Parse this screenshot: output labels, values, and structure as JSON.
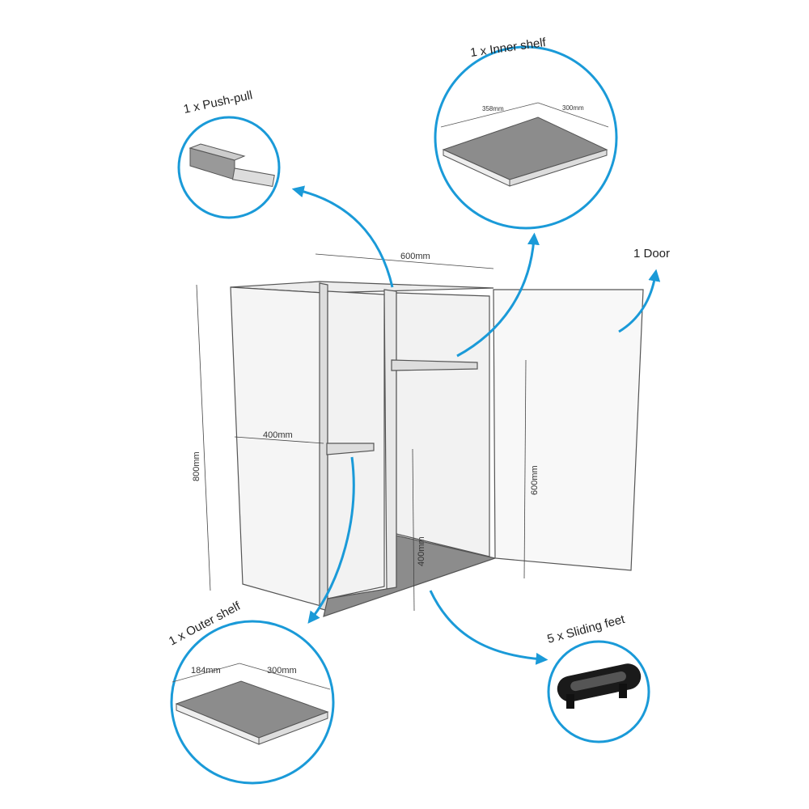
{
  "colors": {
    "accent": "#1a9ad8",
    "panel": "#f4f4f4",
    "shelf": "#8c8c8c",
    "feet": "#1a1a1a"
  },
  "callouts": {
    "push_pull": "1 x Push-pull",
    "inner_shelf": "1 x Inner shelf",
    "door": "1 Door",
    "outer_shelf": "1 x Outer shelf",
    "sliding_feet": "5 x Sliding feet"
  },
  "dimensions": {
    "width": "600mm",
    "height": "800mm",
    "depth": "400mm",
    "inner_height": "600mm",
    "lower_height": "400mm",
    "inner_shelf_a": "358mm",
    "inner_shelf_b": "300mm",
    "outer_shelf_a": "184mm",
    "outer_shelf_b": "300mm"
  }
}
